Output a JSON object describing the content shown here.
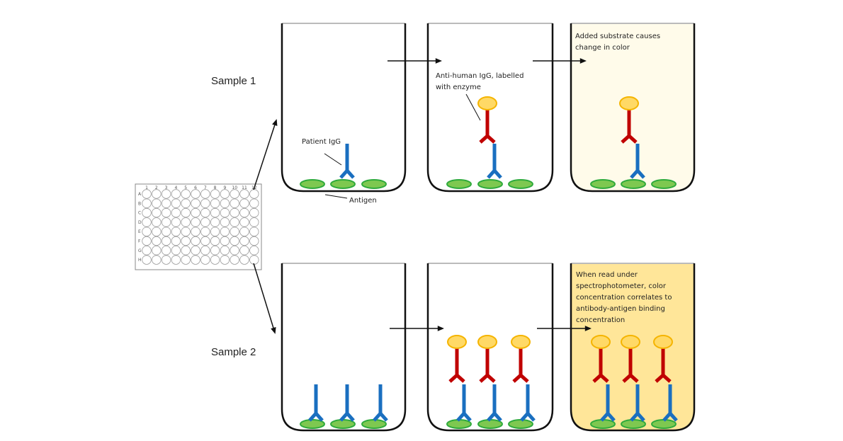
{
  "title": "ELISA indirect assay diagram",
  "samples": [
    {
      "label": "Sample 1"
    },
    {
      "label": "Sample 2"
    }
  ],
  "labels": {
    "patient_igg": "Patient IgG",
    "antigen": "Antigen",
    "anti_human": [
      "Anti-human IgG, labelled",
      "with enzyme"
    ],
    "substrate": [
      "Added substrate causes",
      "change in color"
    ],
    "spectro": [
      "When read under",
      "spectrophotometer, color",
      "concentration correlates to",
      "antibody-antigen binding",
      "concentration"
    ]
  },
  "plate": {
    "columns": [
      "1",
      "2",
      "3",
      "4",
      "5",
      "6",
      "7",
      "8",
      "9",
      "10",
      "11",
      "12"
    ],
    "rows": [
      "A",
      "B",
      "C",
      "D",
      "E",
      "F",
      "G",
      "H"
    ]
  },
  "colors": {
    "primary_antibody": "#1a6fc0",
    "secondary_antibody": "#c00000",
    "enzyme": "#ffd966",
    "enzyme_stroke": "#f5b400",
    "antigen": "#7ec850",
    "antigen_stroke": "#2eaa3c",
    "substrate_light": "#fffbea",
    "substrate_dark": "#ffe699"
  }
}
